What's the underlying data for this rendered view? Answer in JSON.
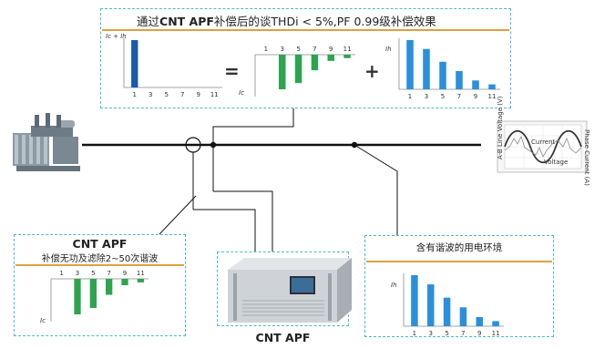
{
  "top_box": {
    "title_pre": "通过",
    "title_bold": "CNT APF",
    "title_post": "补偿后的谈THDi < 5%,PF 0.99级补偿效果",
    "ic_ih_label": "Ic + Ih",
    "ic_label": "Ic",
    "ih_label": "Ih",
    "equals": "=",
    "plus": "+"
  },
  "left_box": {
    "title": "CNT APF",
    "subtitle": "补偿无功及滤除2~50次谐波",
    "ic_label": "Ic"
  },
  "right_box": {
    "title": "含有谐波的用电环境",
    "ih_label": "Ih"
  },
  "device": {
    "label": "CNT APF"
  },
  "waveform": {
    "current_label": "Current",
    "voltage_label": "Voltage",
    "y_left_label": "A-B Line Voltage (V)",
    "y_right_label": "Phase Current (A)"
  },
  "chart_data": [
    {
      "type": "bar",
      "categories": [
        "1",
        "3",
        "5",
        "7",
        "9",
        "11"
      ],
      "values": [
        1.0,
        0,
        0,
        0,
        0,
        0
      ],
      "ylabel": "Ic + Ih",
      "color": "#1a5aa8"
    },
    {
      "type": "bar",
      "categories": [
        "1",
        "3",
        "5",
        "7",
        "9",
        "11"
      ],
      "values": [
        0,
        -1.0,
        -0.82,
        -0.45,
        -0.18,
        -0.1
      ],
      "ylabel": "Ic",
      "color": "#2ea44f"
    },
    {
      "type": "bar",
      "categories": [
        "1",
        "3",
        "5",
        "7",
        "9",
        "11"
      ],
      "values": [
        1.0,
        0.82,
        0.56,
        0.37,
        0.18,
        0.1
      ],
      "ylabel": "Ih",
      "color": "#2b8fdc"
    },
    {
      "type": "bar",
      "categories": [
        "1",
        "3",
        "5",
        "7",
        "9",
        "11"
      ],
      "values": [
        0,
        -1.0,
        -0.82,
        -0.45,
        -0.18,
        -0.1
      ],
      "ylabel": "Ic",
      "color": "#2ea44f"
    },
    {
      "type": "bar",
      "categories": [
        "1",
        "3",
        "5",
        "7",
        "9",
        "11"
      ],
      "values": [
        1.0,
        0.82,
        0.56,
        0.37,
        0.18,
        0.1
      ],
      "ylabel": "Ih",
      "color": "#2b8fdc"
    }
  ]
}
